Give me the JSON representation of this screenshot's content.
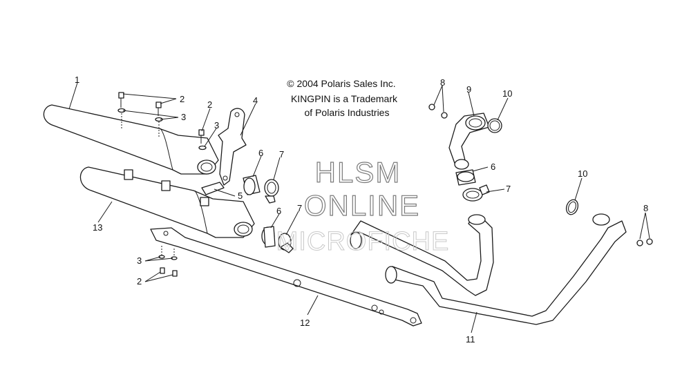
{
  "copyright": {
    "line1": "© 2004 Polaris Sales Inc.",
    "line2": "KINGPIN is a Trademark",
    "line3": "of Polaris Industries"
  },
  "watermark": {
    "line1": "HLSM",
    "line2": "ONLINE",
    "line3": "MICROFICHE"
  },
  "callouts": {
    "c1": "1",
    "c2a": "2",
    "c3a": "3",
    "c2b": "2",
    "c3b": "3",
    "c4": "4",
    "c5": "5",
    "c6a": "6",
    "c7a": "7",
    "c6b": "6",
    "c7b": "7",
    "c8a": "8",
    "c9": "9",
    "c10a": "10",
    "c6c": "6",
    "c7c": "7",
    "c10b": "10",
    "c8b": "8",
    "c3c": "3",
    "c2c": "2",
    "c13": "13",
    "c12": "12",
    "c11": "11"
  }
}
